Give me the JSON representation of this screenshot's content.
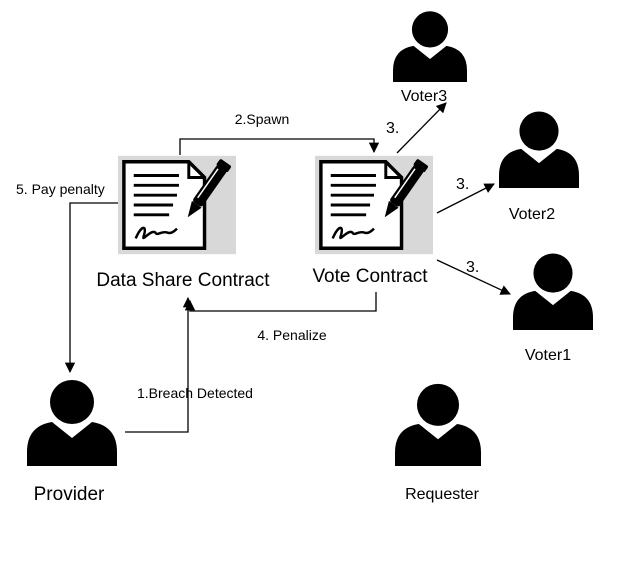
{
  "nodes": {
    "data_share_contract": "Data Share Contract",
    "vote_contract": "Vote Contract",
    "provider": "Provider",
    "requester": "Requester",
    "voter1": "Voter1",
    "voter2": "Voter2",
    "voter3": "Voter3"
  },
  "edges": {
    "spawn": "2.Spawn",
    "vote_voter3": "3.",
    "vote_voter2": "3.",
    "vote_voter1": "3.",
    "penalize": "4. Penalize",
    "pay_penalty": "5. Pay penalty",
    "breach_detected": "1.Breach Detected"
  },
  "colors": {
    "ink": "#000000",
    "paper": "#ffffff",
    "shadow": "#d8d8d8"
  }
}
